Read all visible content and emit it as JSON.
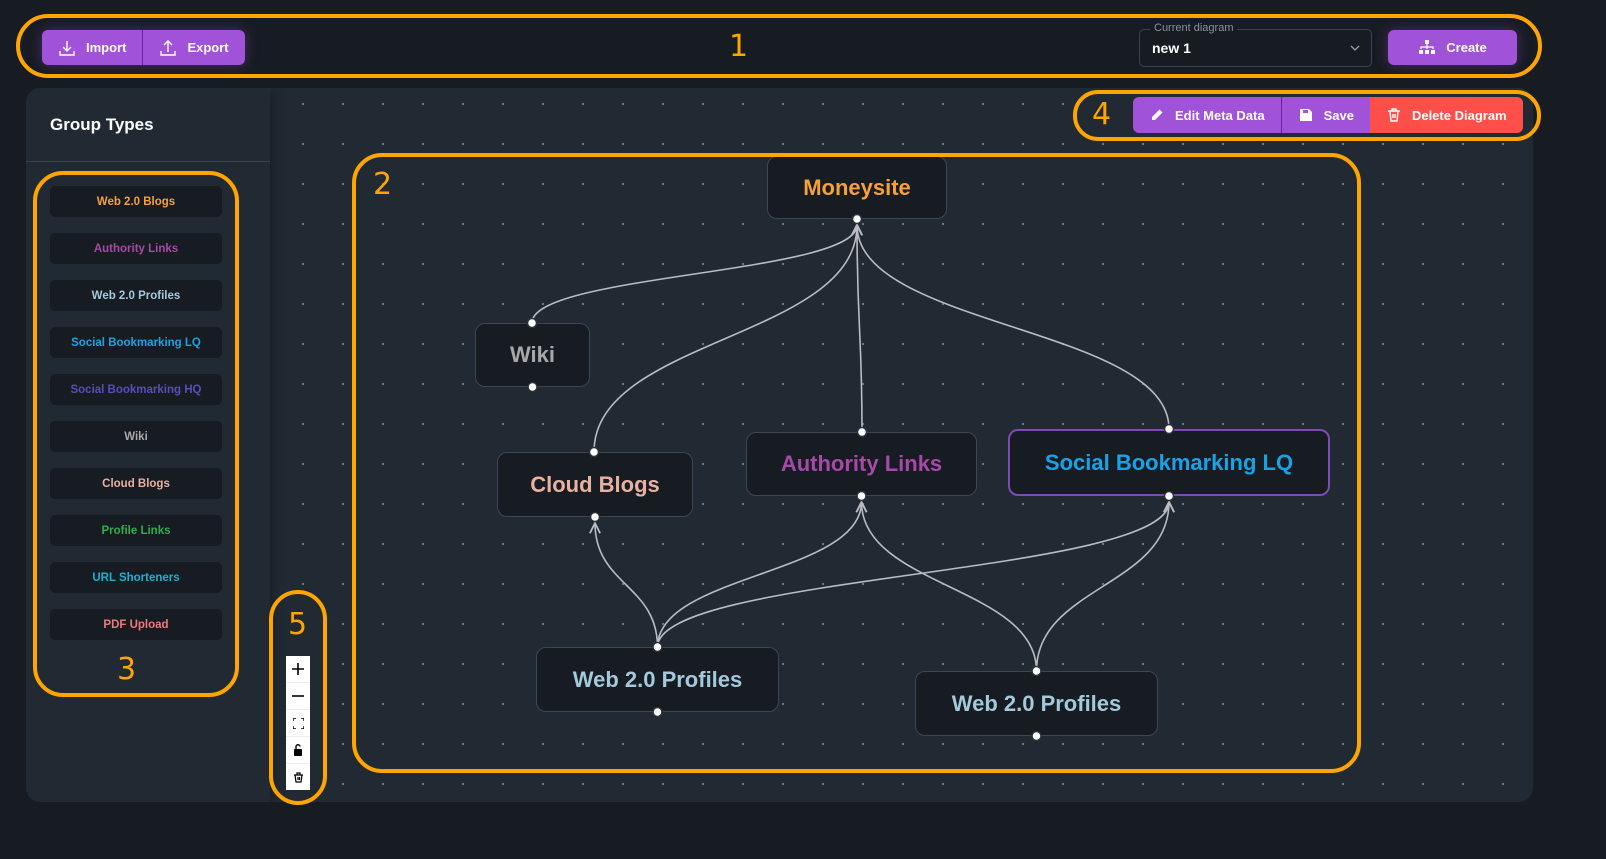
{
  "toolbar": {
    "import_label": "Import",
    "export_label": "Export",
    "current_diagram_label": "Current diagram",
    "current_diagram_value": "new 1",
    "create_label": "Create"
  },
  "diagram_actions": {
    "edit_meta_label": "Edit Meta Data",
    "save_label": "Save",
    "delete_label": "Delete Diagram"
  },
  "sidebar": {
    "title": "Group Types",
    "items": [
      {
        "label": "Web 2.0 Blogs",
        "color": "#f6a03a"
      },
      {
        "label": "Authority Links",
        "color": "#a649a8"
      },
      {
        "label": "Web 2.0 Profiles",
        "color": "#a3c9db"
      },
      {
        "label": "Social Bookmarking LQ",
        "color": "#18a3e6"
      },
      {
        "label": "Social Bookmarking HQ",
        "color": "#5450b8"
      },
      {
        "label": "Wiki",
        "color": "#a8a8a8"
      },
      {
        "label": "Cloud Blogs",
        "color": "#e8b1a1"
      },
      {
        "label": "Profile Links",
        "color": "#2fae4e"
      },
      {
        "label": "URL Shorteners",
        "color": "#1bb1cf"
      },
      {
        "label": "PDF Upload",
        "color": "#f07a79"
      }
    ]
  },
  "diagram": {
    "nodes": [
      {
        "id": "moneysite",
        "label": "Moneysite",
        "color": "#f6a03a",
        "selected": false
      },
      {
        "id": "wiki",
        "label": "Wiki",
        "color": "#a8a8a8",
        "selected": false
      },
      {
        "id": "cloud",
        "label": "Cloud Blogs",
        "color": "#e8b1a1",
        "selected": false
      },
      {
        "id": "authority",
        "label": "Authority Links",
        "color": "#a649a8",
        "selected": false
      },
      {
        "id": "sblq",
        "label": "Social Bookmarking LQ",
        "color": "#18a3e6",
        "selected": true
      },
      {
        "id": "web1",
        "label": "Web 2.0 Profiles",
        "color": "#a3c9db",
        "selected": false
      },
      {
        "id": "web2",
        "label": "Web 2.0 Profiles",
        "color": "#a3c9db",
        "selected": false
      }
    ],
    "edges": [
      {
        "from": "wiki",
        "to": "moneysite"
      },
      {
        "from": "cloud",
        "to": "moneysite"
      },
      {
        "from": "authority",
        "to": "moneysite"
      },
      {
        "from": "sblq",
        "to": "moneysite"
      },
      {
        "from": "web1",
        "to": "cloud"
      },
      {
        "from": "web1",
        "to": "authority"
      },
      {
        "from": "web1",
        "to": "sblq"
      },
      {
        "from": "web2",
        "to": "authority"
      },
      {
        "from": "web2",
        "to": "sblq"
      }
    ]
  },
  "controls": [
    {
      "name": "zoom-in",
      "glyph": "+"
    },
    {
      "name": "zoom-out",
      "glyph": "−"
    },
    {
      "name": "fit-view",
      "glyph": "fit"
    },
    {
      "name": "lock",
      "glyph": "lock"
    },
    {
      "name": "delete",
      "glyph": "trash"
    }
  ],
  "annotations": [
    "1",
    "2",
    "3",
    "4",
    "5"
  ],
  "colors": {
    "accent": "#a052d8",
    "danger": "#ff4f4b",
    "annotation": "#ffa500",
    "edge": "#b9bcc2"
  }
}
